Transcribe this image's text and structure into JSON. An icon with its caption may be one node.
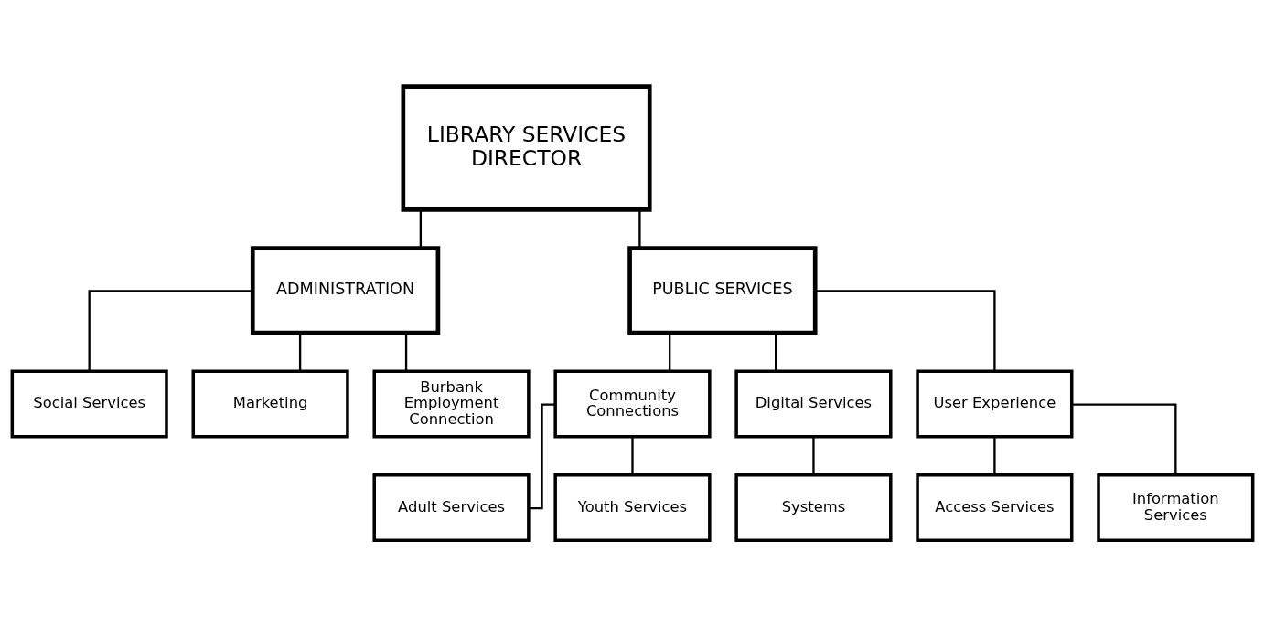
{
  "diagram": {
    "nodes": [
      {
        "text": [
          "LIBRARY SERVICES DIRECTOR"
        ]
      },
      {
        "text": [
          "ADMINISTRATION"
        ]
      },
      {
        "text": [
          "PUBLIC SERVICES"
        ]
      },
      {
        "text": [
          "Social Services"
        ]
      },
      {
        "text": [
          "Marketing"
        ]
      },
      {
        "text": [
          "Burbank Employment Connection"
        ]
      },
      {
        "text": [
          "Community Connections"
        ]
      },
      {
        "text": [
          "Digital Services"
        ]
      },
      {
        "text": [
          "User Experience"
        ]
      },
      {
        "text": [
          "Adult Services"
        ]
      },
      {
        "text": [
          "Youth Services"
        ]
      },
      {
        "text": [
          "Systems"
        ]
      },
      {
        "text": [
          "Access Services"
        ]
      },
      {
        "text": [
          "Information Services"
        ]
      }
    ],
    "edges": [
      {
        "from": 0,
        "to": 1,
        "arrow": "none"
      },
      {
        "from": 0,
        "to": 2,
        "arrow": "none"
      },
      {
        "from": 1,
        "to": 3,
        "arrow": "none"
      },
      {
        "from": 1,
        "to": 4,
        "arrow": "none"
      },
      {
        "from": 1,
        "to": 5,
        "arrow": "none"
      },
      {
        "from": 2,
        "to": 6,
        "arrow": "none"
      },
      {
        "from": 2,
        "to": 7,
        "arrow": "none"
      },
      {
        "from": 2,
        "to": 8,
        "arrow": "none"
      },
      {
        "from": 6,
        "to": 9,
        "arrow": "none"
      },
      {
        "from": 6,
        "to": 10,
        "arrow": "none"
      },
      {
        "from": 7,
        "to": 11,
        "arrow": "none"
      },
      {
        "from": 8,
        "to": 12,
        "arrow": "none"
      },
      {
        "from": 8,
        "to": 13,
        "arrow": "none"
      }
    ]
  }
}
